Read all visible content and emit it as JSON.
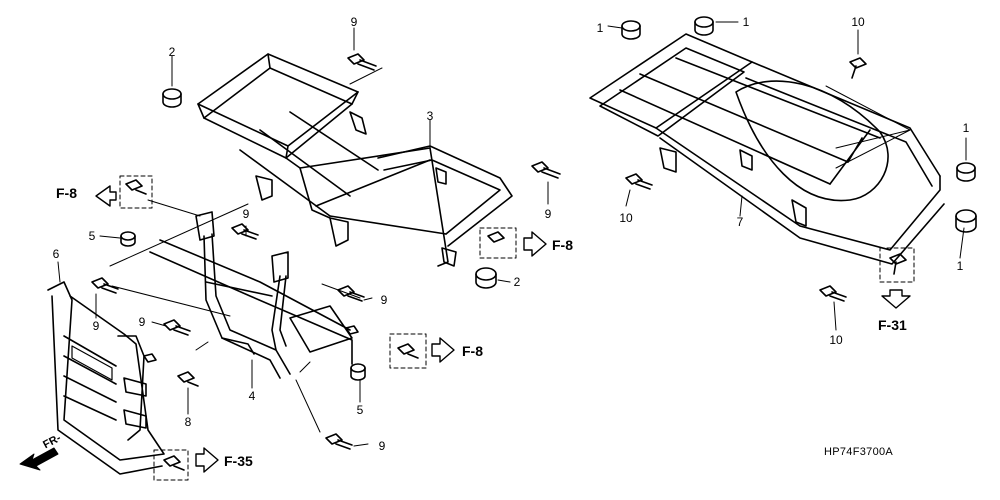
{
  "diagram_code": "HP74F3700A",
  "front_indicator": "FR-",
  "callouts": [
    {
      "id": "c1a",
      "text": "1"
    },
    {
      "id": "c1b",
      "text": "1"
    },
    {
      "id": "c1c",
      "text": "1"
    },
    {
      "id": "c1d",
      "text": "1"
    },
    {
      "id": "c2a",
      "text": "2"
    },
    {
      "id": "c2b",
      "text": "2"
    },
    {
      "id": "c3",
      "text": "3"
    },
    {
      "id": "c4",
      "text": "4"
    },
    {
      "id": "c5a",
      "text": "5"
    },
    {
      "id": "c5b",
      "text": "5"
    },
    {
      "id": "c6",
      "text": "6"
    },
    {
      "id": "c7",
      "text": "7"
    },
    {
      "id": "c8",
      "text": "8"
    },
    {
      "id": "c9a",
      "text": "9"
    },
    {
      "id": "c9b",
      "text": "9"
    },
    {
      "id": "c9c",
      "text": "9"
    },
    {
      "id": "c9d",
      "text": "9"
    },
    {
      "id": "c9e",
      "text": "9"
    },
    {
      "id": "c9f",
      "text": "9"
    },
    {
      "id": "c9g",
      "text": "9"
    },
    {
      "id": "c10a",
      "text": "10"
    },
    {
      "id": "c10b",
      "text": "10"
    },
    {
      "id": "c10c",
      "text": "10"
    }
  ],
  "references": [
    {
      "id": "r1",
      "text": "F-8"
    },
    {
      "id": "r2",
      "text": "F-8"
    },
    {
      "id": "r3",
      "text": "F-8"
    },
    {
      "id": "r4",
      "text": "F-35"
    },
    {
      "id": "r5",
      "text": "F-31"
    }
  ]
}
